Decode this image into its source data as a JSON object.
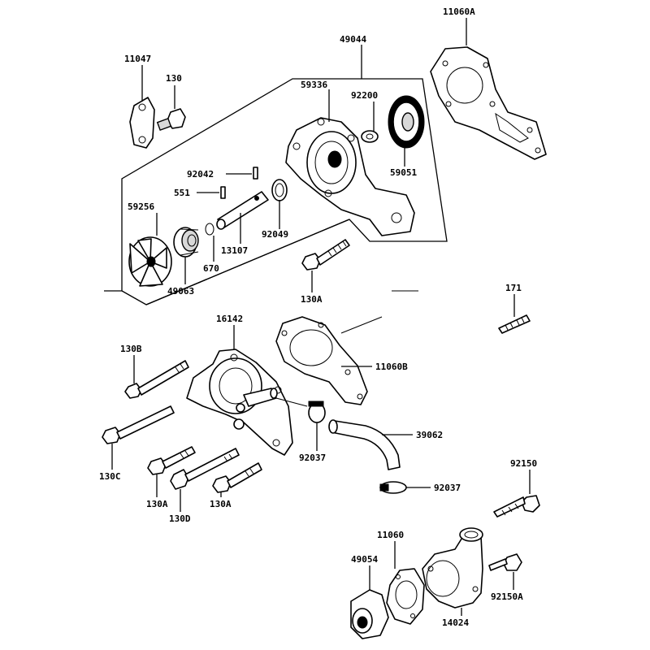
{
  "labels": {
    "p11060A": "11060A",
    "p49044": "49044",
    "p11047": "11047",
    "p130": "130",
    "p59336": "59336",
    "p92200": "92200",
    "p59051": "59051",
    "p92042": "92042",
    "p551": "551",
    "p59256": "59256",
    "p92049": "92049",
    "p13107": "13107",
    "p670": "670",
    "p49063": "49063",
    "p130A_top": "130A",
    "p171": "171",
    "p16142": "16142",
    "p130B": "130B",
    "p11060B": "11060B",
    "p130C": "130C",
    "p92037_mid": "92037",
    "p39062": "39062",
    "p130A_left": "130A",
    "p130D": "130D",
    "p130A_right": "130A",
    "p92037_low": "92037",
    "p92150": "92150",
    "p11060": "11060",
    "p49054": "49054",
    "p92150A": "92150A",
    "p14024": "14024"
  }
}
